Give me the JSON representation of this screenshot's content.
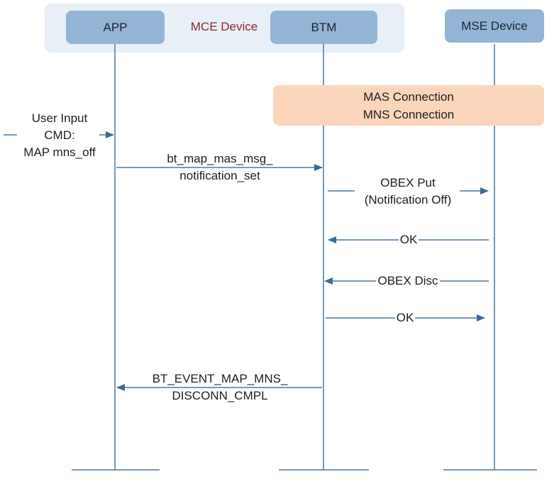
{
  "group": {
    "label": "MCE Device"
  },
  "actors": [
    {
      "id": "app",
      "label": "APP"
    },
    {
      "id": "btm",
      "label": "BTM"
    },
    {
      "id": "mse",
      "label": "MSE Device"
    }
  ],
  "note": {
    "lines": [
      "MAS Connection",
      "MNS Connection"
    ]
  },
  "messages": [
    {
      "id": "user-input",
      "from": "external",
      "to": "app",
      "lines": [
        "User Input",
        "CMD:",
        "MAP mns_off"
      ]
    },
    {
      "id": "notification-set",
      "from": "app",
      "to": "btm",
      "lines": [
        "bt_map_mas_msg_",
        "notification_set"
      ]
    },
    {
      "id": "obex-put",
      "from": "btm",
      "to": "mse",
      "lines": [
        "OBEX Put",
        "(Notification Off)"
      ]
    },
    {
      "id": "ok-1",
      "from": "mse",
      "to": "btm",
      "lines": [
        "OK"
      ]
    },
    {
      "id": "obex-disc",
      "from": "mse",
      "to": "btm",
      "lines": [
        "OBEX Disc"
      ]
    },
    {
      "id": "ok-2",
      "from": "btm",
      "to": "mse",
      "lines": [
        "OK"
      ]
    },
    {
      "id": "mns-disconn-cmpl",
      "from": "btm",
      "to": "app",
      "lines": [
        "BT_EVENT_MAP_MNS_",
        "DISCONN_CMPL"
      ]
    }
  ]
}
